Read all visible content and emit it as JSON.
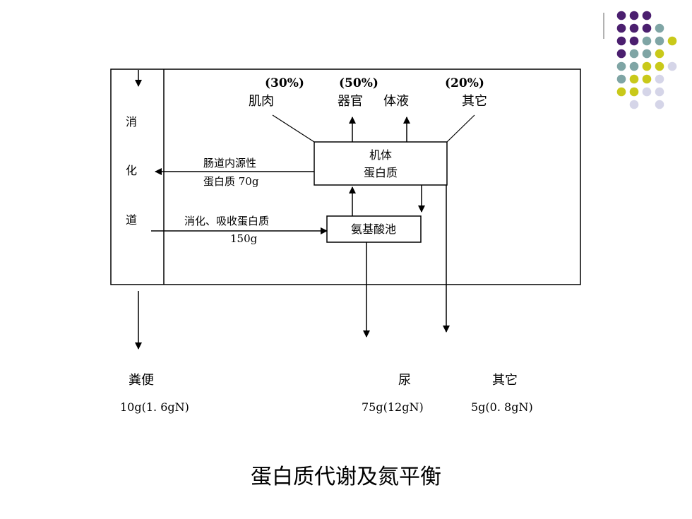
{
  "decor_colors": {
    "purple": "#4b1f6f",
    "teal": "#7fa5a5",
    "olive": "#c9c91a",
    "lavender": "#d5d5e8"
  },
  "diagram": {
    "tract_chars": [
      "消",
      "化",
      "道"
    ],
    "percent_muscle": "(30%)",
    "percent_organs": "(50%)",
    "percent_other": "(20%)",
    "label_muscle": "肌肉",
    "label_organs": "器官",
    "label_fluids": "体液",
    "label_other_top": "其它",
    "body_protein_line1": "机体",
    "body_protein_line2": "蛋白质",
    "endogenous_line1": "肠道内源性",
    "endogenous_line2": "蛋白质 70g",
    "absorbed_line1": "消化、吸收蛋白质",
    "absorbed_line2": "150g",
    "amino_pool": "氨基酸池",
    "out_feces_label": "粪便",
    "out_feces_value": "10g(1. 6gN)",
    "out_urine_label": "尿",
    "out_urine_value": "75g(12gN)",
    "out_other_label": "其它",
    "out_other_value": "5g(0. 8gN)"
  },
  "caption": "蛋白质代谢及氮平衡"
}
